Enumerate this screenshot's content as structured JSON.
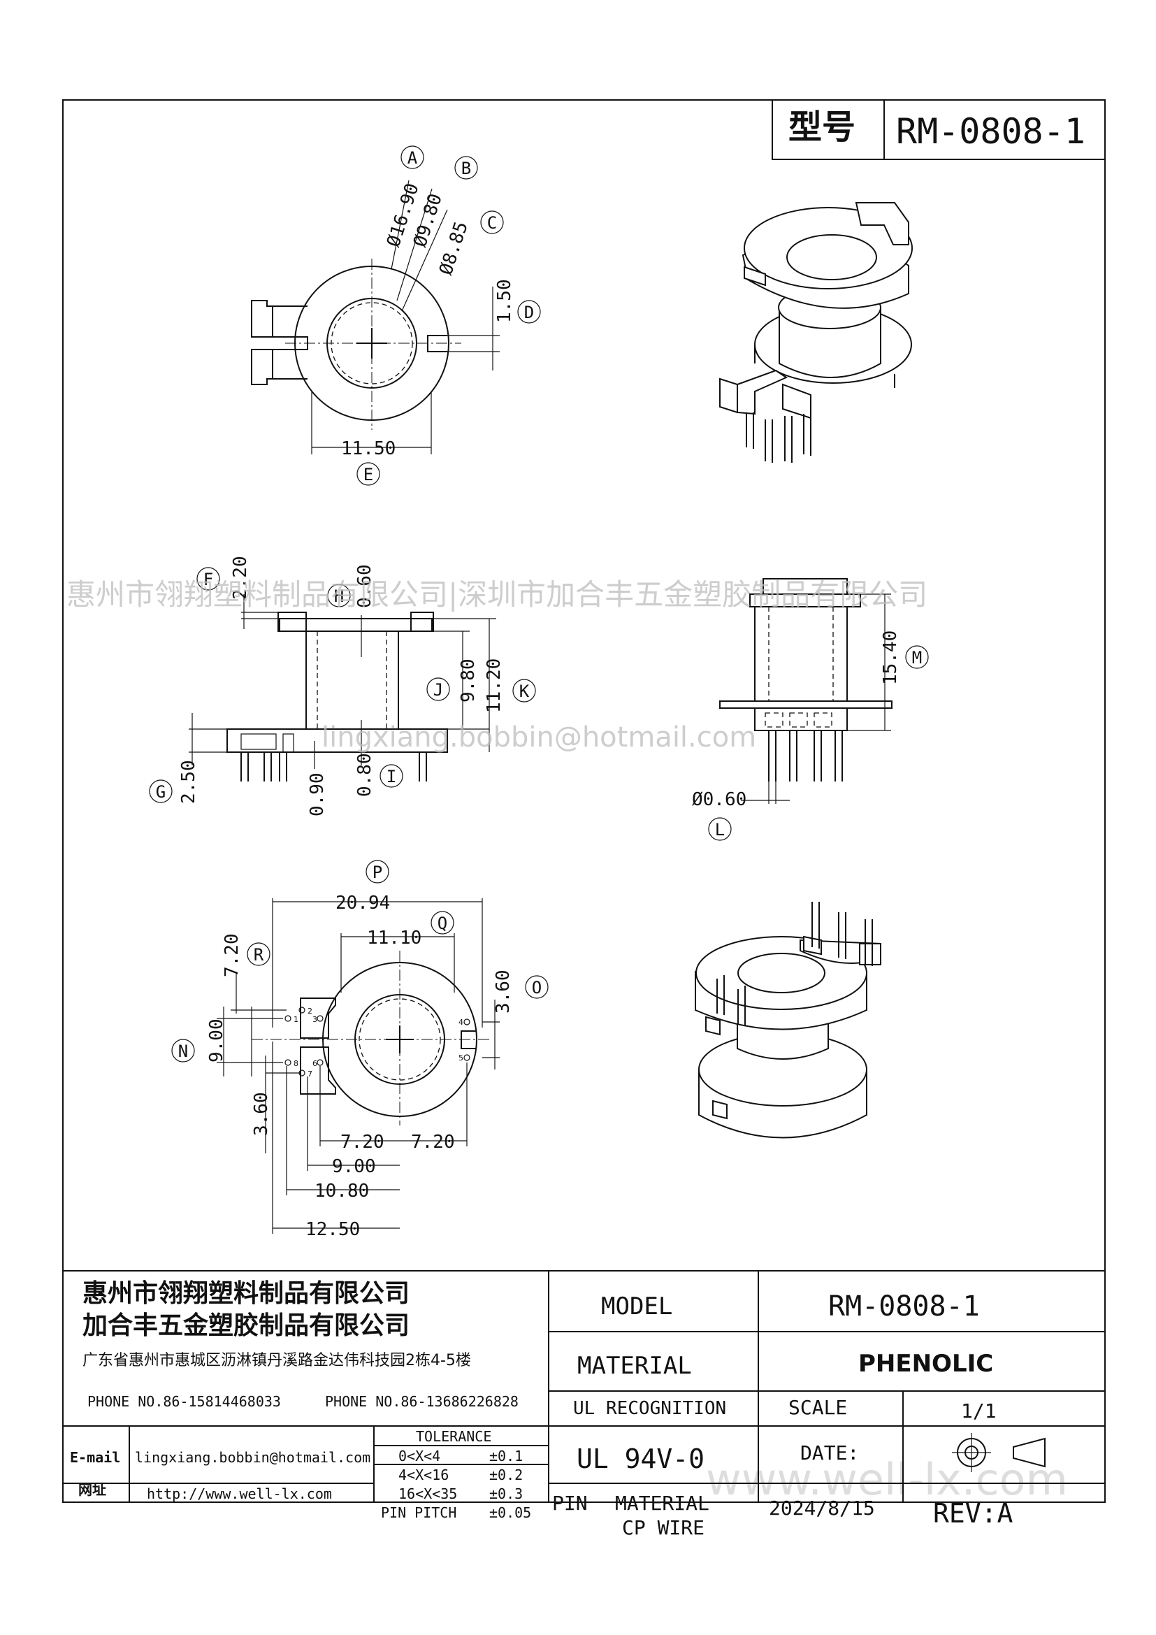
{
  "header": {
    "model_label_cn": "型号",
    "model_value": "RM-0808-1"
  },
  "top_view": {
    "dims": {
      "a": "Ø16.90",
      "b": "Ø9.80",
      "c": "Ø8.85",
      "d": "1.50",
      "e": "11.50"
    },
    "labels": {
      "a": "A",
      "b": "B",
      "c": "C",
      "d": "D",
      "e": "E"
    }
  },
  "side_view": {
    "dims": {
      "f": "2.20",
      "h": "0.60",
      "j": "9.80",
      "k": "11.20",
      "g": "2.50",
      "g2": "0.90",
      "i": "0.80"
    },
    "labels": {
      "f": "F",
      "h": "H",
      "j": "J",
      "k": "K",
      "g": "G",
      "i": "I"
    }
  },
  "front_view": {
    "dims": {
      "m": "15.40",
      "l": "Ø0.60"
    },
    "labels": {
      "m": "M",
      "l": "L"
    }
  },
  "bottom_view": {
    "dims": {
      "p": "20.94",
      "q": "11.10",
      "r": "7.20",
      "o": "3.60",
      "n": "9.00",
      "n2": "3.60",
      "s1": "7.20",
      "s2": "7.20",
      "s3": "9.00",
      "s4": "10.80",
      "s5": "12.50"
    },
    "labels": {
      "p": "P",
      "q": "Q",
      "r": "R",
      "o": "O",
      "n": "N"
    },
    "pins": [
      "1",
      "2",
      "3",
      "4",
      "5",
      "6",
      "7",
      "8"
    ]
  },
  "watermarks": {
    "company": "惠州市翎翔塑料制品有限公司|深圳市加合丰五金塑胶制品有限公司",
    "email": "lingxiang.bobbin@hotmail.com",
    "web": "www.well-lx.com"
  },
  "title_block": {
    "company1": "惠州市翎翔塑料制品有限公司",
    "company2": "加合丰五金塑胶制品有限公司",
    "address": "广东省惠州市惠城区沥淋镇丹溪路金达伟科技园2栋4-5楼",
    "phone1": "PHONE NO.86-15814468033",
    "phone2": "PHONE NO.86-13686226828",
    "email_label": "E-mail",
    "email": "lingxiang.bobbin@hotmail.com",
    "web_label": "网址",
    "web": "http://www.well-lx.com",
    "tolerance_label": "TOLERANCE",
    "tolerance_rows": [
      {
        "range": "0<X<4",
        "tol": "±0.1"
      },
      {
        "range": "4<X<16",
        "tol": "±0.2"
      },
      {
        "range": "16<X<35",
        "tol": "±0.3"
      },
      {
        "range": "PIN PITCH",
        "tol": "±0.05"
      }
    ],
    "model_label": "MODEL",
    "model_value": "RM-0808-1",
    "material_label": "MATERIAL",
    "material_value": "PHENOLIC",
    "ul_label": "UL RECOGNITION",
    "ul_value": "UL 94V-0",
    "scale_label": "SCALE",
    "scale_value": "1/1",
    "date_label": "DATE:",
    "date_value": "2024/8/15",
    "pin_label": "PIN",
    "pin_material_label": "MATERIAL",
    "pin_material_value": "CP WIRE",
    "rev": "REV:A"
  }
}
